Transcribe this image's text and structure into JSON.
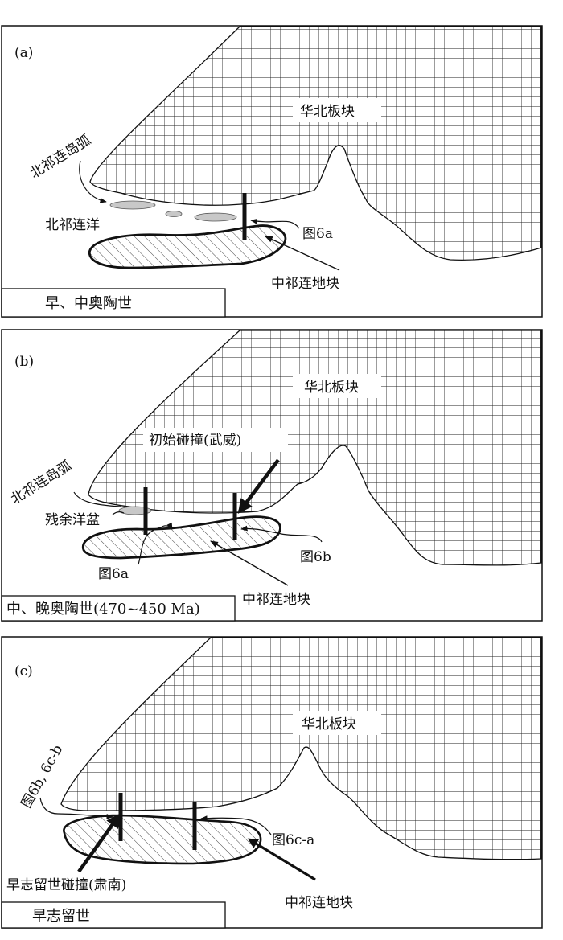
{
  "panels": [
    {
      "id": "a",
      "panel_label": "(a)",
      "plate": "华北板块",
      "arc": "北祁连岛弧",
      "ocean": "北祁连洋",
      "ref1": "图6a",
      "block": "中祁连地块",
      "age": "早、中奥陶世"
    },
    {
      "id": "b",
      "panel_label": "(b)",
      "plate": "华北板块",
      "arc": "北祁连岛弧",
      "collision": "初始碰撞(武威)",
      "basin": "残余洋盆",
      "ref1": "图6a",
      "ref2": "图6b",
      "block": "中祁连地块",
      "age": "中、晚奥陶世(470~450 Ma)"
    },
    {
      "id": "c",
      "panel_label": "(c)",
      "plate": "华北板块",
      "ref1": "图6b, 6c-b",
      "ref2": "图6c-a",
      "collision": "早志留世碰撞(肃南)",
      "block": "中祁连地块",
      "age": "早志留世"
    }
  ]
}
